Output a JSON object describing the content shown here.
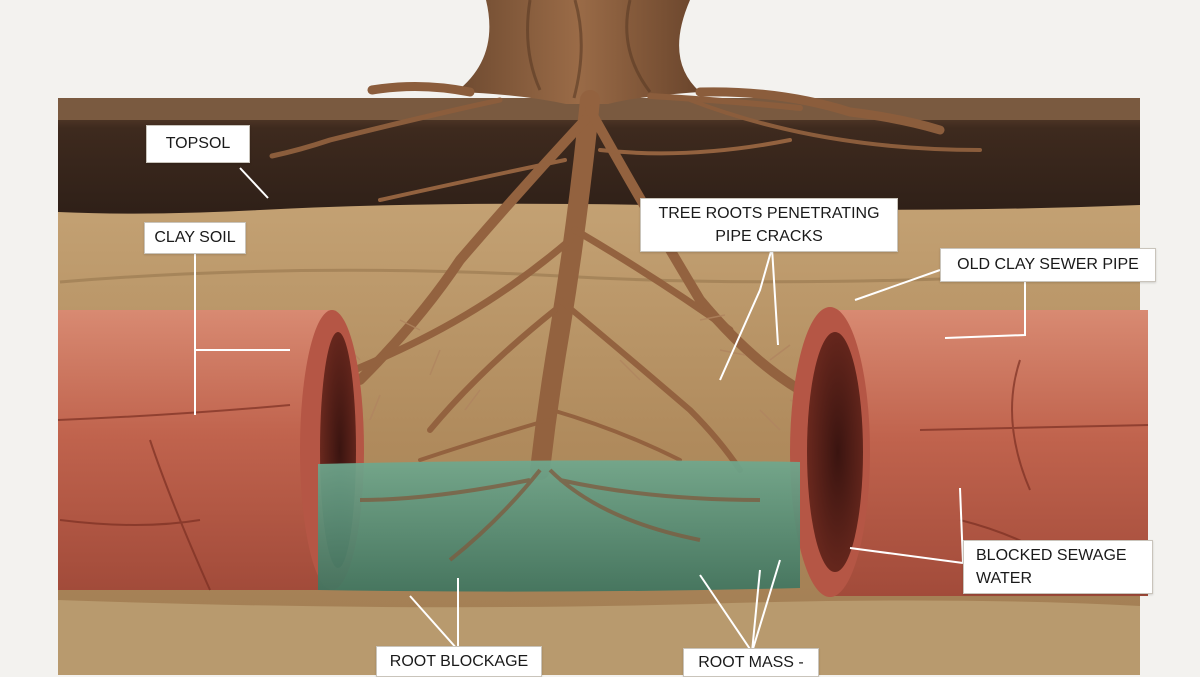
{
  "labels": {
    "topsoil": "TOPSOL",
    "clay_soil": "CLAY SOIL",
    "tree_roots": [
      "TREE ROOTS PENETRATING",
      "PIPE CRACKS"
    ],
    "old_pipe": "OLD CLAY SEWER PIPE",
    "sewage": [
      "BLOCKED SEWAGE",
      "WATER"
    ],
    "root_blockage": "ROOT BLOCKAGE",
    "root_mass": "ROOT MASS -"
  },
  "colors": {
    "background": "#f3f2ef",
    "topsoil": "#3d2a1f",
    "clay": "#b69466",
    "pipe": "#c96a54",
    "water": "#4f8a72",
    "roots": "#93623f"
  }
}
